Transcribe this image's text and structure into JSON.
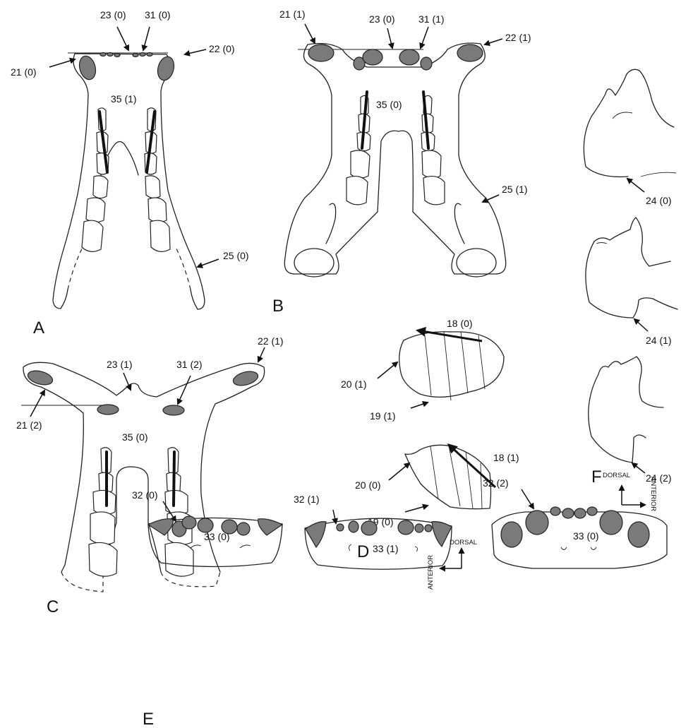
{
  "panels": {
    "A": "A",
    "B": "B",
    "C": "C",
    "D": "D",
    "E": "E",
    "F": "F"
  },
  "labels_A": {
    "c23": "23 (0)",
    "c31": "31 (0)",
    "c22": "22 (0)",
    "c21": "21 (0)",
    "c35": "35 (1)",
    "c25": "25 (0)"
  },
  "labels_B": {
    "c21": "21 (1)",
    "c23": "23 (0)",
    "c31": "31 (1)",
    "c22": "22 (1)",
    "c35": "35 (0)",
    "c25": "25 (1)"
  },
  "labels_C": {
    "c22": "22 (1)",
    "c23": "23 (1)",
    "c31": "31 (2)",
    "c21": "21 (2)",
    "c35": "35 (0)"
  },
  "labels_D": {
    "c18a": "18 (0)",
    "c20a": "20 (1)",
    "c19a": "19 (1)",
    "c18b": "18 (1)",
    "c20b": "20 (0)",
    "c19b": "19 (0)"
  },
  "labels_E": {
    "c32a": "32 (0)",
    "c33a": "33 (0)",
    "c32b": "32 (1)",
    "c33b": "33 (1)",
    "c32c": "32 (2)",
    "c33c": "33 (0)"
  },
  "labels_F": {
    "c24a": "24 (0)",
    "c24b": "24 (1)",
    "c24c": "24 (2)"
  },
  "orientation": {
    "D": {
      "dorsal": "DORSAL",
      "anterior": "ANTERIOR"
    },
    "F": {
      "dorsal": "DORSAL",
      "anterior": "ANTERIOR"
    }
  },
  "colors": {
    "foramen_fill": "#7a7a7a",
    "line": "#222222"
  }
}
